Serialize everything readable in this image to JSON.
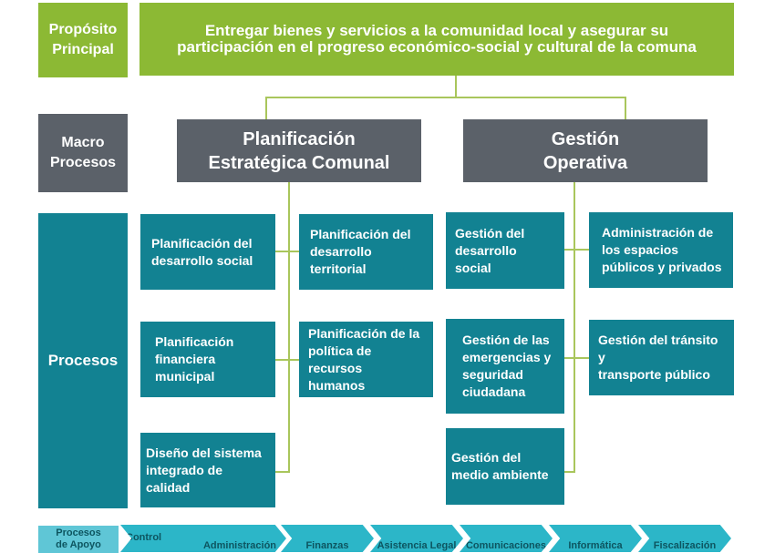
{
  "labels": {
    "proposito": "Propósito\nPrincipal",
    "macro": "Macro\nProcesos",
    "procesos": "Procesos",
    "procesos_apoyo": "Procesos\nde Apoyo"
  },
  "purpose": "Entregar bienes y servicios a la comunidad local y asegurar su participación en el progreso económico-social y cultural de la comuna",
  "macro_processes": [
    "Planificación\nEstratégica Comunal",
    "Gestión\nOperativa"
  ],
  "processes_planificacion": [
    "Planificación del\ndesarrollo social",
    "Planificación del\ndesarrollo\nterritorial",
    "Planificación\nfinanciera\nmunicipal",
    "Planificación de la\npolítica de recursos\nhumanos",
    "Diseño del sistema\nintegrado de calidad"
  ],
  "processes_gestion": [
    "Gestión del\ndesarrollo social",
    "Administración de\nlos espacios\npúblicos y privados",
    "Gestión de las\nemergencias y\nseguridad\nciudadana",
    "Gestión del tránsito y\ntransporte público",
    "Gestión del\nmedio ambiente"
  ],
  "support_processes": [
    "Control",
    "Administración",
    "Finanzas",
    "Asistencia Legal",
    "Comunicaciones",
    "Informática",
    "Fiscalización"
  ],
  "colors": {
    "green": "#8cb934",
    "gray": "#5b6169",
    "teal": "#128292",
    "connector": "#a9c65c",
    "support": "#2cb6c8"
  }
}
